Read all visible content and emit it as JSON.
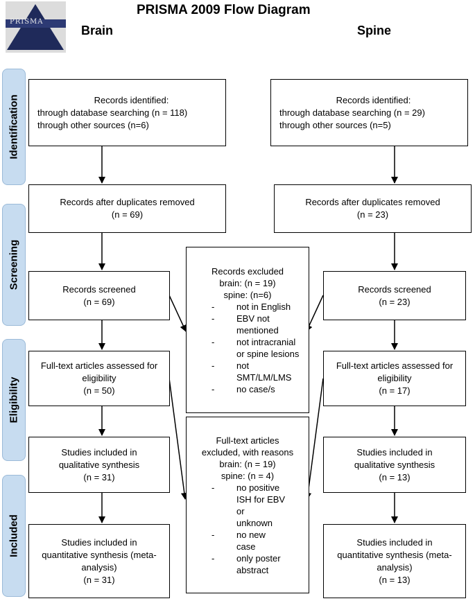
{
  "title": "PRISMA 2009 Flow Diagram",
  "logo_text": "PRISMA",
  "columns": {
    "left": "Brain",
    "right": "Spine"
  },
  "stages": [
    "Identification",
    "Screening",
    "Eligibility",
    "Included"
  ],
  "brain": {
    "identified": [
      "Records identified:",
      "through database searching (n = 118)",
      "through other sources (n=6)"
    ],
    "after_duplicates": [
      "Records after duplicates removed",
      "(n = 69)"
    ],
    "screened": [
      "Records screened",
      "(n = 69)"
    ],
    "fulltext": [
      "Full-text articles assessed for",
      "eligibility",
      "(n = 50)"
    ],
    "qualitative": [
      "Studies included in",
      "qualitative synthesis",
      "(n = 31)"
    ],
    "quantitative": [
      "Studies included in",
      "quantitative synthesis (meta-",
      "analysis)",
      "(n = 31)"
    ]
  },
  "spine": {
    "identified": [
      "Records identified:",
      "through database searching (n = 29)",
      "through other sources (n=5)"
    ],
    "after_duplicates": [
      "Records after duplicates removed",
      "(n = 23)"
    ],
    "screened": [
      "Records screened",
      "(n = 23)"
    ],
    "fulltext": [
      "Full-text articles assessed for",
      "eligibility",
      "(n = 17)"
    ],
    "qualitative": [
      "Studies included in",
      "qualitative synthesis",
      "(n = 13)"
    ],
    "quantitative": [
      "Studies included in",
      "quantitative synthesis (meta-",
      "analysis)",
      "(n = 13)"
    ]
  },
  "records_excluded": {
    "head": [
      "Records excluded",
      "brain: (n = 19)",
      "spine: (n=6)"
    ],
    "items": [
      {
        "dash": "-",
        "text": "not in English"
      },
      {
        "dash": "-",
        "text": "EBV not"
      },
      {
        "dash": "",
        "text": "mentioned"
      },
      {
        "dash": "-",
        "text": "not intracranial"
      },
      {
        "dash": "",
        "text": "or spine lesions"
      },
      {
        "dash": "-",
        "text": "not"
      },
      {
        "dash": "",
        "text": "SMT/LM/LMS"
      },
      {
        "dash": "-",
        "text": "no case/s"
      }
    ]
  },
  "fulltext_excluded": {
    "head": [
      "Full-text articles",
      "excluded, with reasons",
      "brain: (n = 19)",
      "spine: (n = 4)"
    ],
    "items": [
      {
        "dash": "-",
        "text": "no positive"
      },
      {
        "dash": "",
        "text": "ISH for EBV"
      },
      {
        "dash": "",
        "text": "or"
      },
      {
        "dash": "",
        "text": "unknown"
      },
      {
        "dash": "-",
        "text": "no new"
      },
      {
        "dash": "",
        "text": "case"
      },
      {
        "dash": "-",
        "text": "only poster"
      },
      {
        "dash": "",
        "text": "abstract"
      }
    ]
  },
  "colors": {
    "stage_fill": "#c7dcf0",
    "stage_border": "#9bbad8",
    "line": "#000000"
  }
}
